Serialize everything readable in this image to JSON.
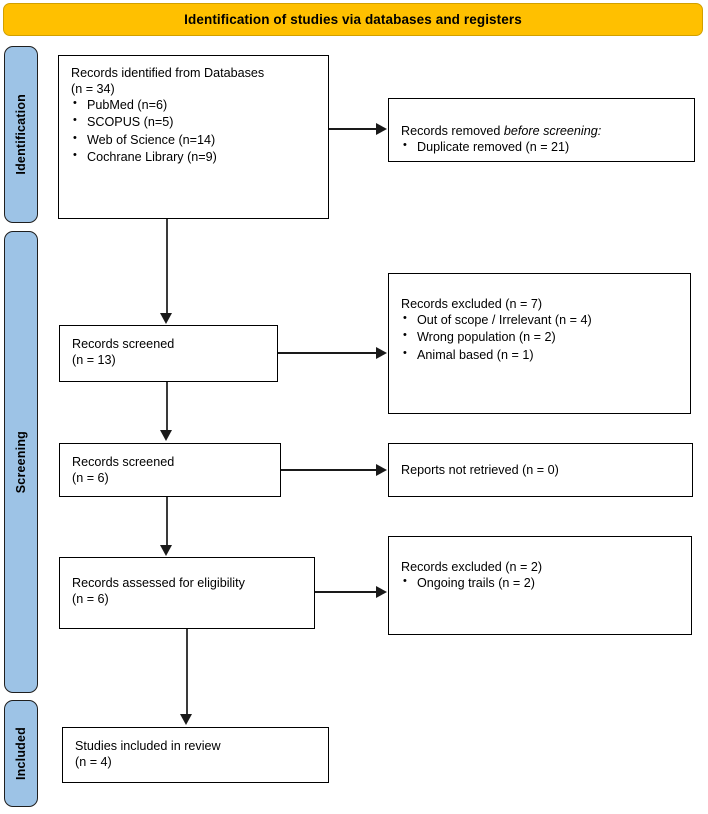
{
  "banner": {
    "title": "Identification of studies via databases and registers",
    "background_color": "#FFC000"
  },
  "stages": [
    {
      "id": "identification",
      "label": "Identification",
      "color": "#9DC3E6"
    },
    {
      "id": "screening",
      "label": "Screening",
      "color": "#9DC3E6"
    },
    {
      "id": "included",
      "label": "Included",
      "color": "#9DC3E6"
    }
  ],
  "boxes": {
    "identified": {
      "headline": "Records identified from Databases\n(n = 34)",
      "bullets": [
        "PubMed (n=6)",
        "SCOPUS (n=5)",
        "Web of Science (n=14)",
        "Cochrane Library (n=9)"
      ]
    },
    "removed": {
      "headline_pre": "Records removed ",
      "headline_italic": "before screening:",
      "bullets": [
        "Duplicate removed (n = 21)"
      ]
    },
    "screened_13": {
      "headline": "Records screened\n (n = 13)"
    },
    "excluded_7": {
      "headline": "Records excluded (n = 7)",
      "bullets": [
        "Out of scope / Irrelevant (n = 4)",
        "Wrong population (n = 2)",
        "Animal based (n = 1)"
      ]
    },
    "screened_6": {
      "headline": "Records screened\n(n = 6)"
    },
    "not_retrieved": {
      "headline": "Reports not retrieved (n = 0)"
    },
    "eligibility": {
      "headline": "Records assessed for eligibility\n(n = 6)"
    },
    "excluded_2": {
      "headline": "Records excluded (n = 2)",
      "bullets": [
        "Ongoing trails (n = 2)"
      ]
    },
    "included": {
      "headline": "Studies included in review\n(n = 4)"
    }
  },
  "chart_data": {
    "type": "diagram",
    "title": "Identification of studies via databases and registers",
    "nodes": [
      {
        "id": "identified",
        "stage": "Identification",
        "label": "Records identified from Databases",
        "n": 34,
        "breakdown": [
          {
            "source": "PubMed",
            "n": 6
          },
          {
            "source": "SCOPUS",
            "n": 5
          },
          {
            "source": "Web of Science",
            "n": 14
          },
          {
            "source": "Cochrane Library",
            "n": 9
          }
        ]
      },
      {
        "id": "removed",
        "stage": "Identification",
        "label": "Records removed before screening",
        "breakdown": [
          {
            "reason": "Duplicate removed",
            "n": 21
          }
        ]
      },
      {
        "id": "screened_13",
        "stage": "Screening",
        "label": "Records screened",
        "n": 13
      },
      {
        "id": "excluded_7",
        "stage": "Screening",
        "label": "Records excluded",
        "n": 7,
        "breakdown": [
          {
            "reason": "Out of scope / Irrelevant",
            "n": 4
          },
          {
            "reason": "Wrong population",
            "n": 2
          },
          {
            "reason": "Animal based",
            "n": 1
          }
        ]
      },
      {
        "id": "screened_6",
        "stage": "Screening",
        "label": "Records screened",
        "n": 6
      },
      {
        "id": "not_retrieved",
        "stage": "Screening",
        "label": "Reports not retrieved",
        "n": 0
      },
      {
        "id": "eligibility",
        "stage": "Screening",
        "label": "Records assessed for eligibility",
        "n": 6
      },
      {
        "id": "excluded_2",
        "stage": "Screening",
        "label": "Records excluded",
        "n": 2,
        "breakdown": [
          {
            "reason": "Ongoing trails",
            "n": 2
          }
        ]
      },
      {
        "id": "included",
        "stage": "Included",
        "label": "Studies included in review",
        "n": 4
      }
    ],
    "edges": [
      {
        "from": "identified",
        "to": "removed",
        "direction": "right"
      },
      {
        "from": "identified",
        "to": "screened_13",
        "direction": "down"
      },
      {
        "from": "screened_13",
        "to": "excluded_7",
        "direction": "right"
      },
      {
        "from": "screened_13",
        "to": "screened_6",
        "direction": "down"
      },
      {
        "from": "screened_6",
        "to": "not_retrieved",
        "direction": "right"
      },
      {
        "from": "screened_6",
        "to": "eligibility",
        "direction": "down"
      },
      {
        "from": "eligibility",
        "to": "excluded_2",
        "direction": "right"
      },
      {
        "from": "eligibility",
        "to": "included",
        "direction": "down"
      }
    ]
  }
}
